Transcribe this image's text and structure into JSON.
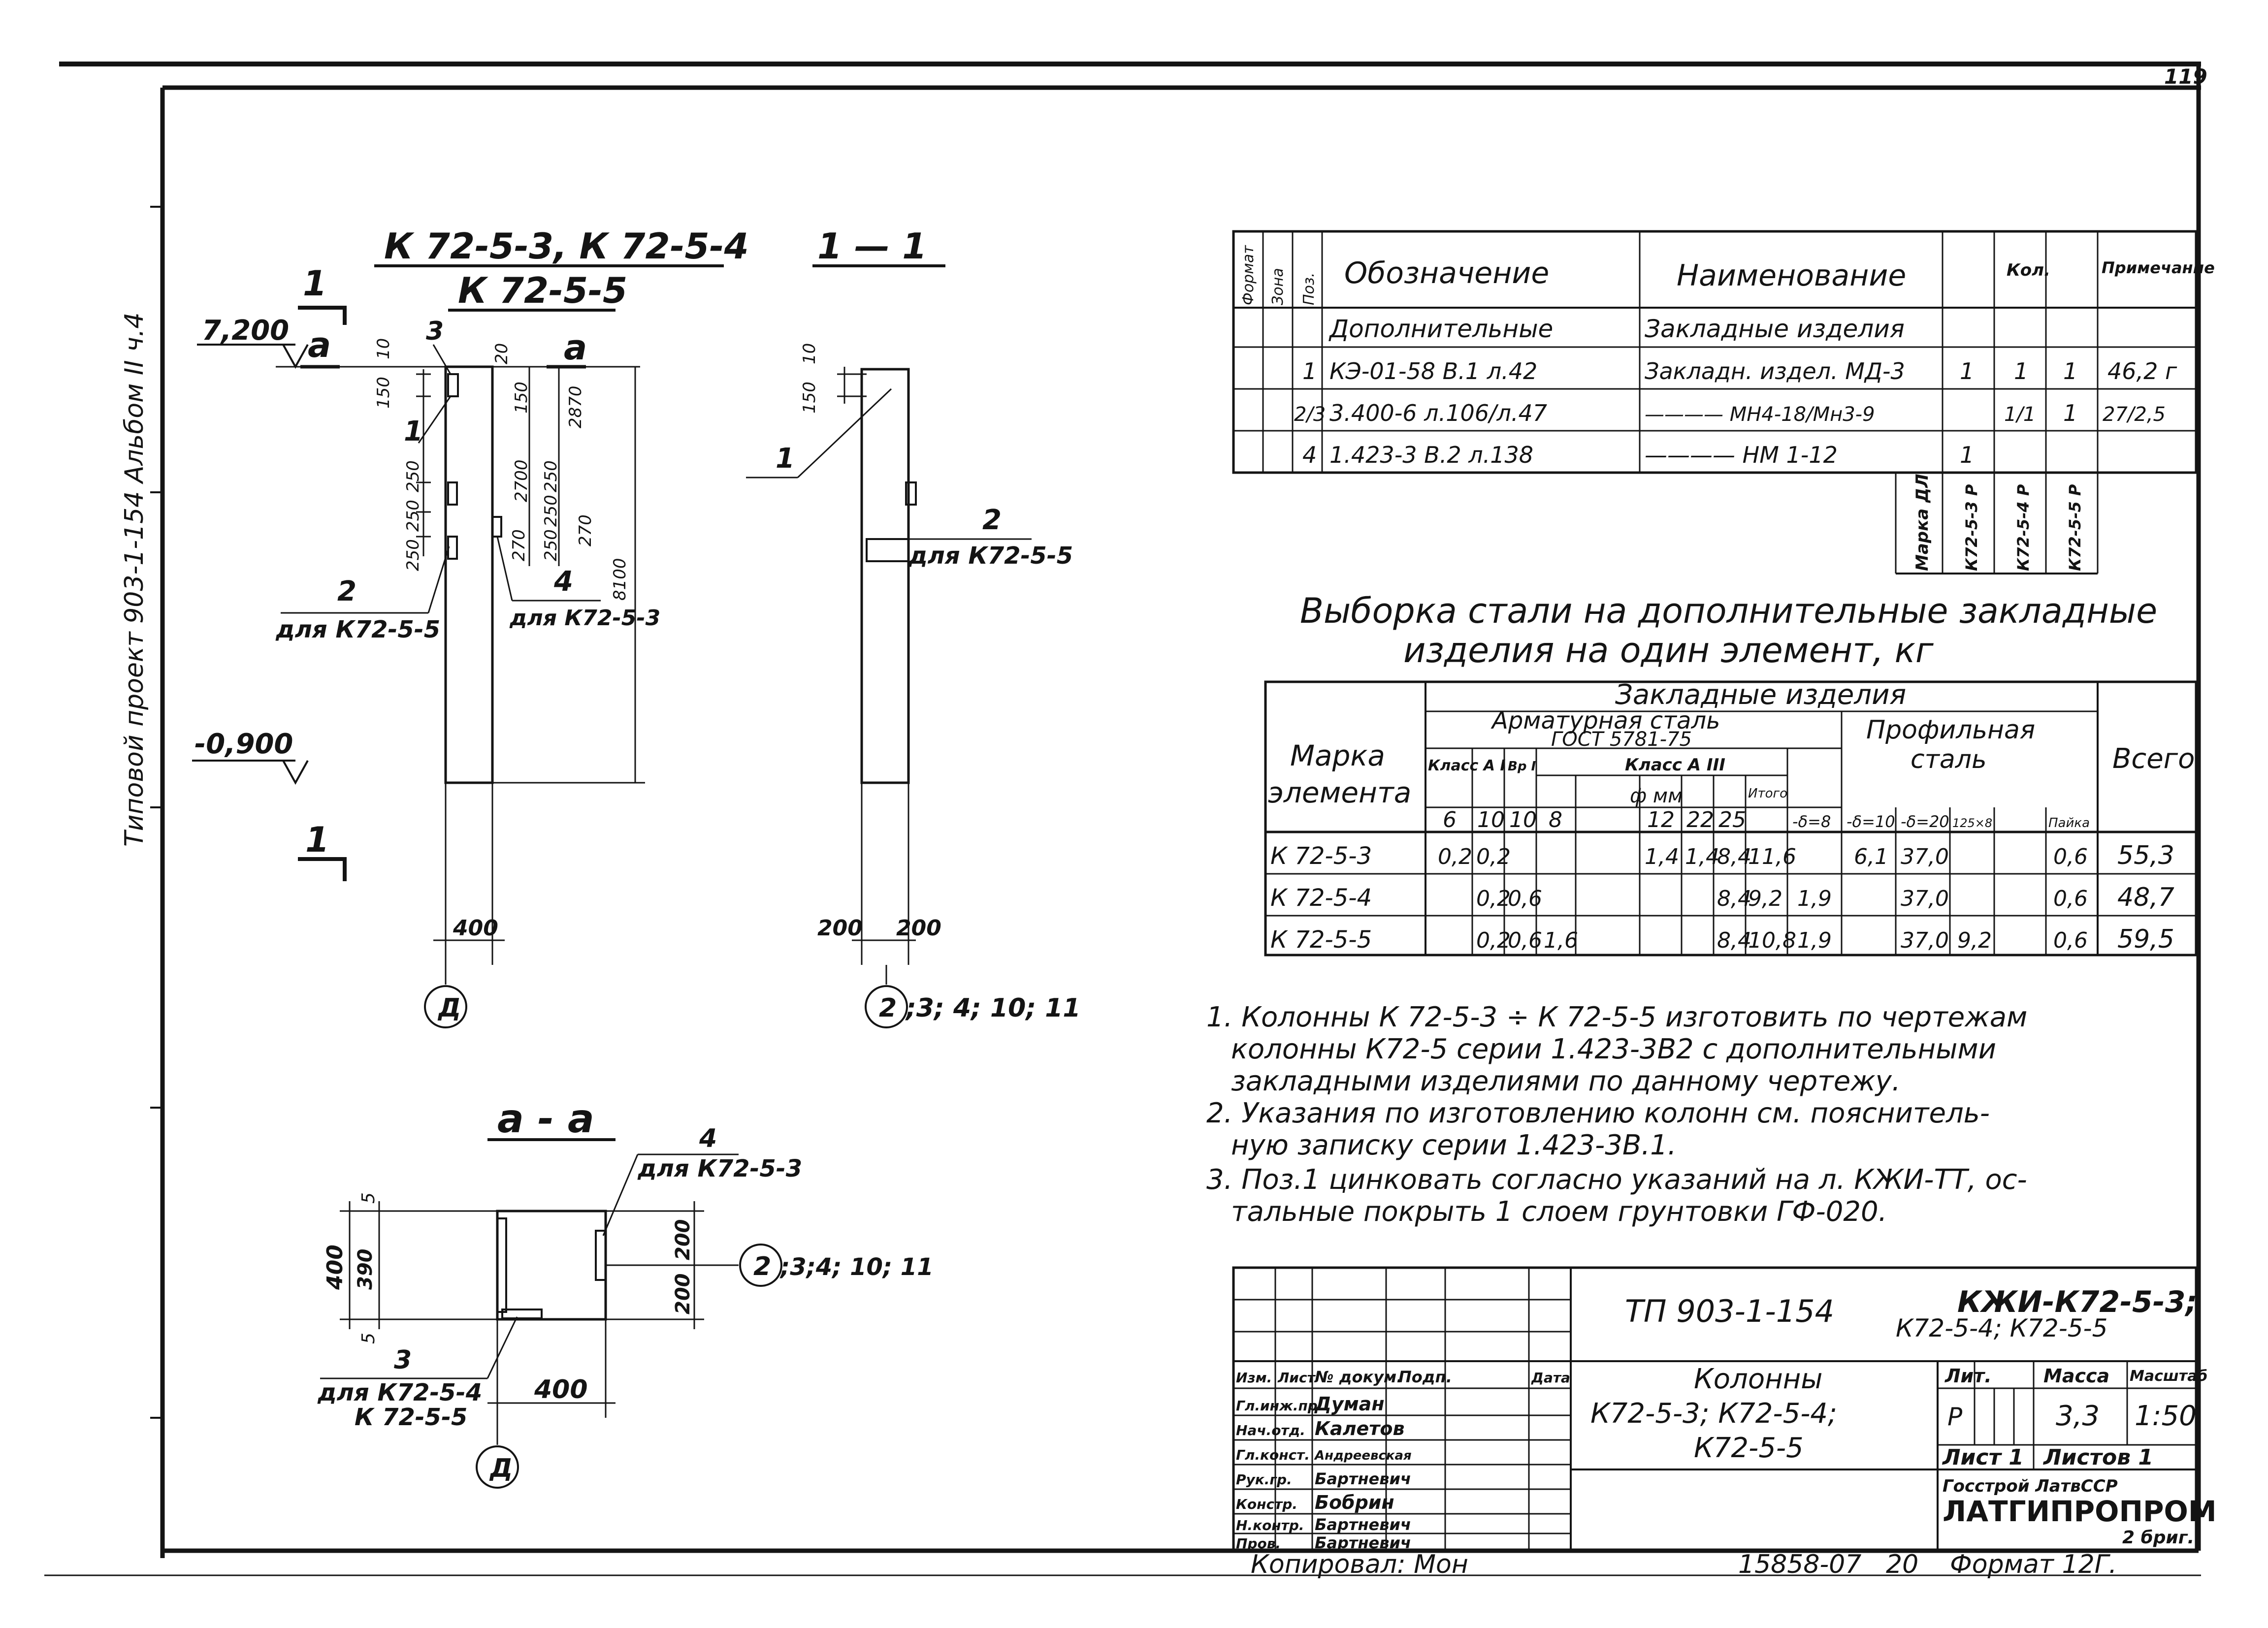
{
  "sheet": {
    "page_no": "119",
    "side_text": "Типовой проект 903-1-154   Альбом II ч.4",
    "copied": "Копировал: Мон",
    "footer_num": "15858-07",
    "footer_20": "20",
    "footer_format": "Формат 12Г."
  },
  "elevation": {
    "title_line1": "К 72-5-3, К 72-5-4",
    "title_line2": "К 72-5-5",
    "section_mark": "1",
    "cut_mark": "а",
    "level_top": "7,200",
    "level_bottom": "-0,900",
    "dims": [
      "10",
      "150",
      "3",
      "20",
      "150",
      "2700",
      "2870",
      "8100",
      "270",
      "250",
      "250",
      "250",
      "250",
      "250",
      "250",
      "270"
    ],
    "pos1": "1",
    "pos2": "2",
    "note_pos2": "для К72-5-5",
    "pos4": "4",
    "note_pos4": "для К72-5-3",
    "width_dim": "400",
    "axis": "Д"
  },
  "section_11": {
    "title": "1 — 1",
    "dims": [
      "10",
      "150"
    ],
    "pos1": "1",
    "pos2": "2",
    "note_pos2": "для К72-5-5",
    "dim_left": "200",
    "dim_right": "200",
    "axis": "2",
    "axis_tail": ";3; 4; 10; 11"
  },
  "section_aa": {
    "title": "а - а",
    "pos4": "4",
    "note_pos4": "для К72-5-3",
    "pos3": "3",
    "note_pos3a": "для К72-5-4",
    "note_pos3b": "К 72-5-5",
    "dim_height": "400",
    "dim_390": "390",
    "dim_5a": "5",
    "dim_5b": "5",
    "dim_200a": "200",
    "dim_200b": "200",
    "dim_width": "400",
    "axis_right": "2",
    "axis_right_tail": ";3;4; 10; 11",
    "axis_bottom": "Д"
  },
  "spec_table": {
    "headers": [
      "Формат",
      "Зона",
      "Поз.",
      "Обозначение",
      "Наименование",
      "",
      "Кол.",
      "",
      "Примечание"
    ],
    "section_row": [
      "Дополнительные",
      "Закладные изделия"
    ],
    "rows": [
      [
        "1",
        "КЭ-01-58  В.1  л.42",
        "Закладн. издел. МД-3",
        "1",
        "1",
        "1",
        "46,2 г"
      ],
      [
        "2/3",
        "3.400-6  л.106/л.47",
        "———— МН4-18/Мн3-9",
        "",
        "1/1",
        "1",
        "27/2,5"
      ],
      [
        "4",
        "1.423-3  В.2  л.138",
        "———— НМ 1-12",
        "1",
        "",
        "",
        ""
      ]
    ],
    "marka_label": "Марка ДЛ",
    "marka_values": [
      "К72-5-3  Р",
      "К72-5-4  Р",
      "К72-5-5  Р"
    ]
  },
  "steel_table": {
    "title_line1": "Выборка стали на дополнительные закладные",
    "title_line2": "изделия на один элемент, кг",
    "h_marka_1": "Марка",
    "h_marka_2": "элемента",
    "h_group": "Закладные изделия",
    "h_armature_1": "Арматурная сталь",
    "h_armature_2": "ГОСТ 5781-75",
    "h_class_a1": "Класс А I",
    "h_vr1": "Вр I",
    "h_class_a3": "Класс А III",
    "h_dia": "ф мм",
    "h_profile_1": "Профильная",
    "h_profile_2": "сталь",
    "h_total": "Всего",
    "cols": [
      "6",
      "10",
      "10",
      "8",
      "12",
      "22",
      "25",
      "Итого",
      "-δ=8",
      "-δ=10",
      "-δ=20",
      "125×8",
      "Пайка"
    ],
    "rows": [
      [
        "К 72-5-3",
        "0,2",
        "0,2",
        "",
        "",
        "1,4",
        "1,4",
        "8,4",
        "11,6",
        "",
        "6,1",
        "37,0",
        "",
        "0,6",
        "55,3"
      ],
      [
        "К 72-5-4",
        "",
        "0,2",
        "0,6",
        "",
        "",
        "",
        "8,4",
        "9,2",
        "1,9",
        "",
        "37,0",
        "",
        "0,6",
        "48,7"
      ],
      [
        "К 72-5-5",
        "",
        "0,2",
        "0,6",
        "1,6",
        "",
        "",
        "8,4",
        "10,8",
        "1,9",
        "",
        "37,0",
        "9,2",
        "0,6",
        "59,5"
      ]
    ]
  },
  "notes": [
    "1. Колонны К 72-5-3 ÷ К 72-5-5 изготовить по чертежам",
    "колонны К72-5  серии 1.423-3В2 с дополнительными",
    "закладными изделиями по данному чертежу.",
    "2. Указания по изготовлению колонн см. пояснитель-",
    "ную записку серии 1.423-3В.1.",
    "3. Поз.1 цинковать согласно указаний на л. КЖИ-ТТ, ос-",
    "тальные покрыть 1 слоем грунтовки ГФ-020."
  ],
  "title_block": {
    "project": "ТП 903-1-154",
    "code_line1": "КЖИ-К72-5-3;",
    "code_line2": "К72-5-4; К72-5-5",
    "name_line1": "Колонны",
    "name_line2": "К72-5-3;  К72-5-4;",
    "name_line3": "К72-5-5",
    "col_headers": [
      "Изм.",
      "Лист",
      "№ докум.",
      "Подп.",
      "Дата"
    ],
    "staff": [
      [
        "Гл.инж.пр.",
        "Думан"
      ],
      [
        "Нач.отд.",
        "Калетов"
      ],
      [
        "Гл.конст.",
        "Андреевская"
      ],
      [
        "Рук.гр.",
        "Бартневич"
      ],
      [
        "Констр.",
        "Бобрин"
      ],
      [
        "Н.контр.",
        "Бартневич"
      ],
      [
        "Пров.",
        "Бартневич"
      ]
    ],
    "lit_label": "Лит.",
    "mass_label": "Масса",
    "scale_label": "Масштаб",
    "lit_value": "Р",
    "mass_value": "3,3",
    "scale_value": "1:50",
    "sheet_label": "Лист 1",
    "sheets_label": "Листов 1",
    "org_line1": "Госстрой ЛатвССР",
    "org_line2": "ЛАТГИПРОПРОМ",
    "org_line3": "2 бриг."
  }
}
